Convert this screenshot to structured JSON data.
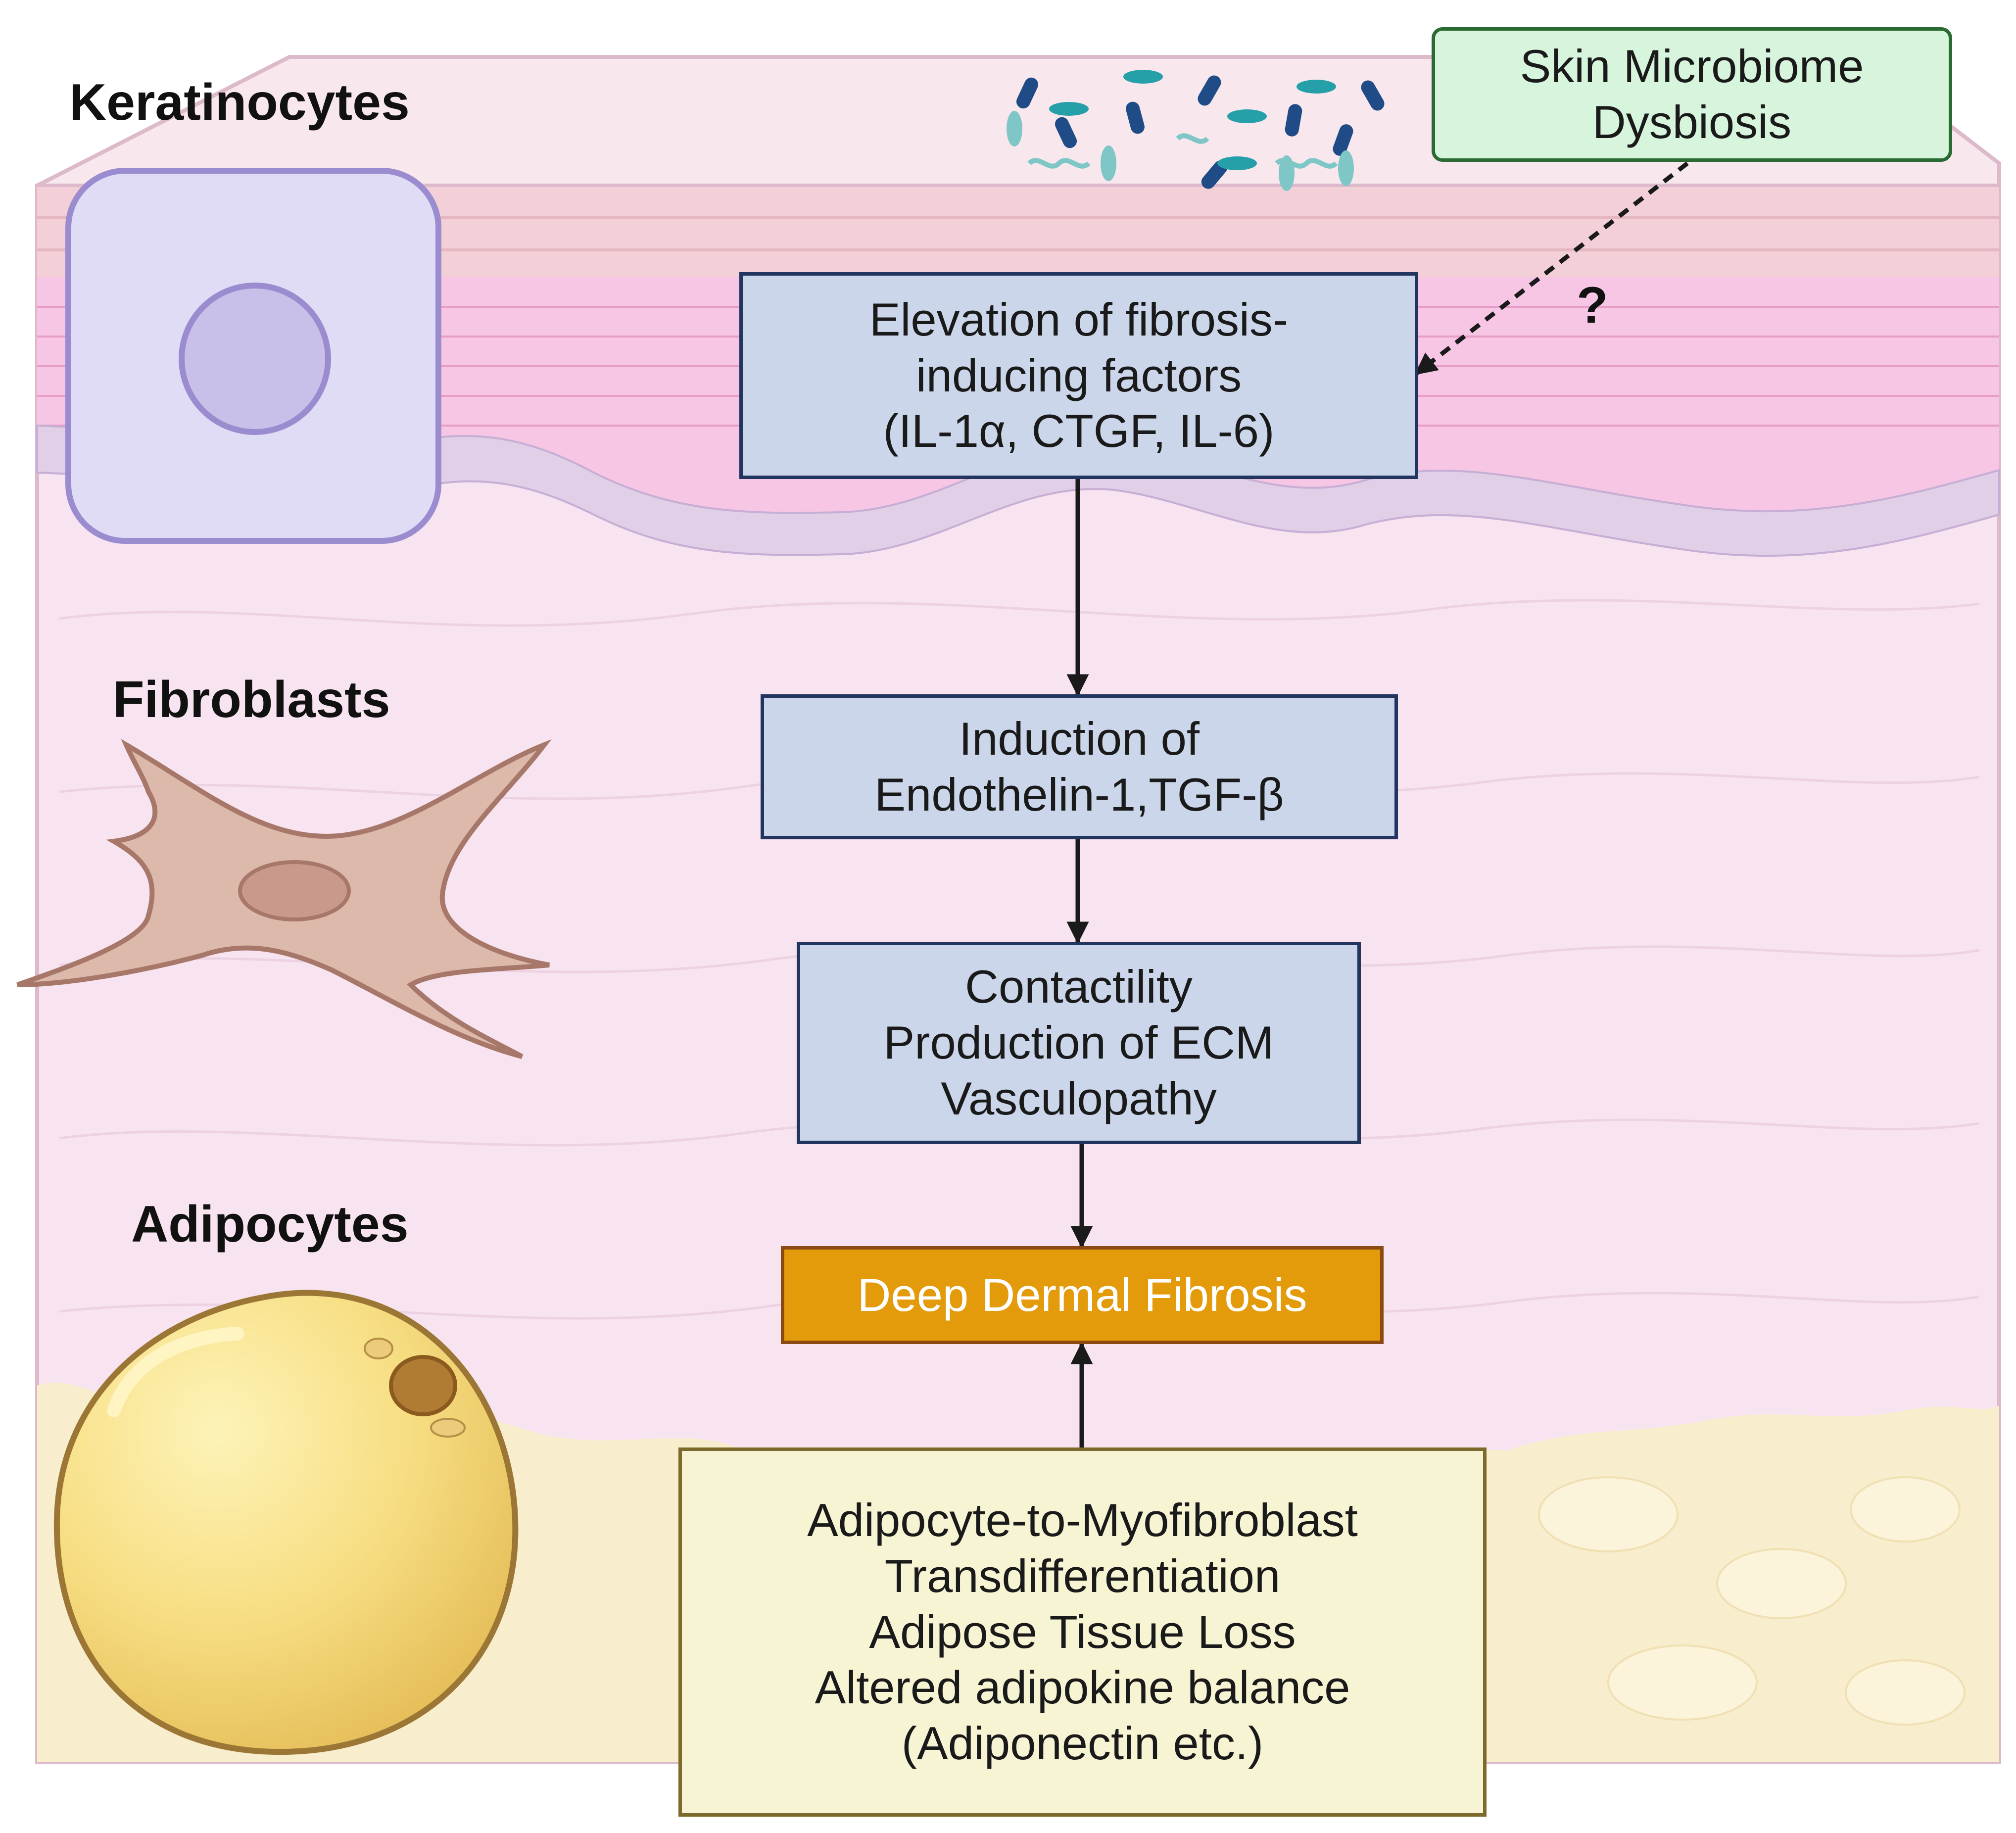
{
  "labels": {
    "keratinocytes": "Keratinocytes",
    "fibroblasts": "Fibroblasts",
    "adipocytes": "Adipocytes"
  },
  "boxes": {
    "microbiome": [
      "Skin Microbiome",
      "Dysbiosis"
    ],
    "elevation": [
      "Elevation of fibrosis-",
      "inducing factors",
      "(IL-1α, CTGF, IL-6)"
    ],
    "induction": [
      "Induction of",
      "Endothelin-1,TGF-β"
    ],
    "contractility": [
      "Contactility",
      "Production of ECM",
      "Vasculopathy"
    ],
    "fibrosis": [
      "Deep Dermal Fibrosis"
    ],
    "adipocyte": [
      "Adipocyte-to-Myofibroblast",
      "Transdifferentiation",
      "Adipose Tissue Loss",
      "Altered adipokine balance",
      "(Adiponectin etc.)"
    ]
  },
  "question_mark": "?",
  "colors": {
    "skin_background": "#f8e4f0",
    "epidermis_top": "#f3c9d4",
    "epidermis_cells": "#f6c6e4",
    "basal_cells": "#e0cfe6",
    "fat_layer": "#f8edcc",
    "keratinocyte_fill": "#e1dcf6",
    "fibroblast_fill": "#ddb9ab",
    "adipocyte_fill": "#f6dc82",
    "process_box": "#cbd6ea",
    "microbiome_box": "#d7f5dc",
    "fibrosis_box": "#e39b0c",
    "adipose_box": "#f6f4d2"
  },
  "icons": [
    "bacteria-cluster-icon",
    "keratinocyte-cell-icon",
    "fibroblast-cell-icon",
    "adipocyte-cell-icon"
  ]
}
